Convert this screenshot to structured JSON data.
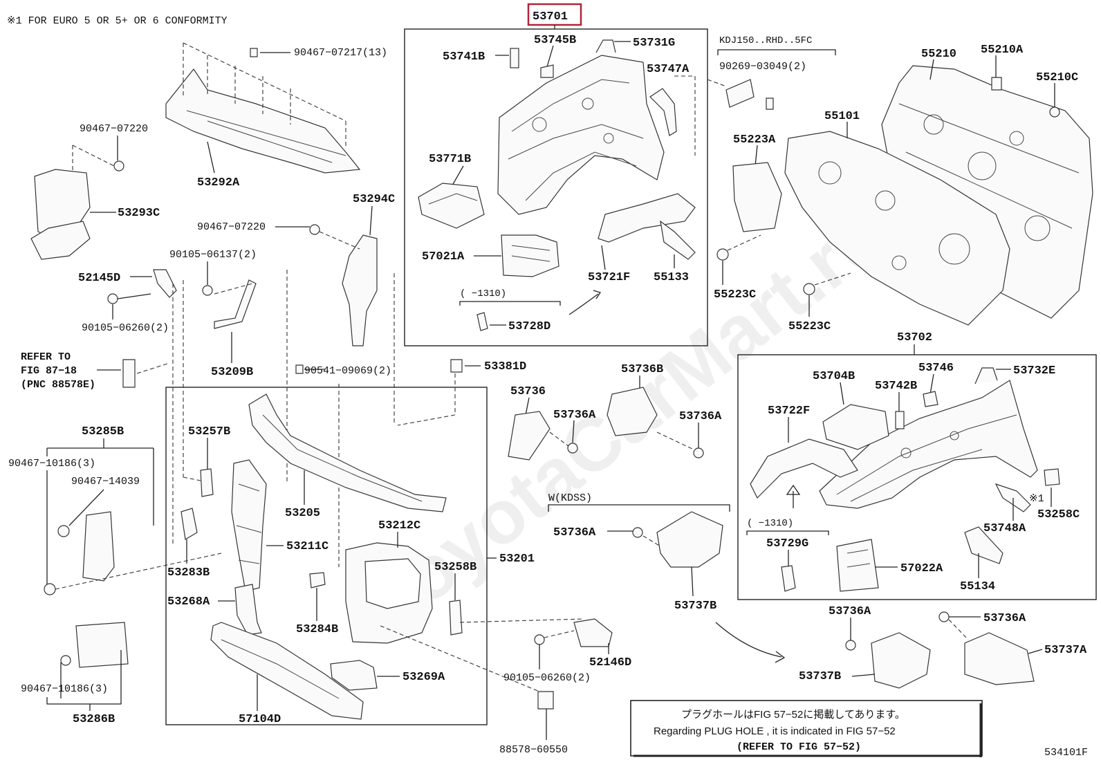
{
  "header": {
    "conformity_note": "※1 FOR EURO 5 OR 5+ OR 6 CONFORMITY",
    "figure_code": "534101F",
    "watermark": "ToyotaCarMart.ru"
  },
  "highlighted_part": "53701",
  "labels": {
    "p53701": "53701",
    "p53745B": "53745B",
    "p53731G": "53731G",
    "p53741B": "53741B",
    "p53747A": "53747A",
    "p53771B": "53771B",
    "p57021A": "57021A",
    "p53721F": "53721F",
    "p55133": "55133",
    "p53728D": "53728D",
    "range_top": "( −1310)",
    "kdj": "KDJ150..RHD..5FC",
    "p90269": "90269−03049(2)",
    "p55210": "55210",
    "p55210A": "55210A",
    "p55210C": "55210C",
    "p55101": "55101",
    "p55223A": "55223A",
    "p55223C_1": "55223C",
    "p55223C_2": "55223C",
    "p90467_07217": "90467−07217(13)",
    "p90467_07220a": "90467−07220",
    "p53292A": "53292A",
    "p53293C": "53293C",
    "p53294C": "53294C",
    "p90467_07220b": "90467−07220",
    "p90105_06137": "90105−06137(2)",
    "p52145D": "52145D",
    "p90105_06260a": "90105−06260(2)",
    "refer_1": "REFER TO",
    "refer_2": "FIG 87−18",
    "refer_3": "(PNC 88578E)",
    "p53209B": "53209B",
    "p90541": "90541−09069(2)",
    "p53381D": "53381D",
    "p53736B": "53736B",
    "p53736": "53736",
    "p53736A_1": "53736A",
    "p53736A_2": "53736A",
    "p53702": "53702",
    "p53746": "53746",
    "p53732E": "53732E",
    "p53704B": "53704B",
    "p53742B": "53742B",
    "p53722F": "53722F",
    "p53258C": "53258C",
    "mark1": "※1",
    "p53748A": "53748A",
    "range_bot": "( −1310)",
    "p53729G": "53729G",
    "p57022A": "57022A",
    "p55134": "55134",
    "p53285B": "53285B",
    "p90467_10186a": "90467−10186(3)",
    "p90467_14039": "90467−14039",
    "p53257B": "53257B",
    "p53205": "53205",
    "p53212C": "53212C",
    "p53211C": "53211C",
    "p53201": "53201",
    "p53258B": "53258B",
    "p53283B": "53283B",
    "p53268A": "53268A",
    "p53284B": "53284B",
    "p53269A": "53269A",
    "p57104D": "57104D",
    "p52146D": "52146D",
    "p90105_06260b": "90105−06260(2)",
    "p88578": "88578−60550",
    "p90467_10186b": "90467−10186(3)",
    "p53286B": "53286B",
    "wkdss": "W(KDSS)",
    "p53736A_3": "53736A",
    "p53737B_1": "53737B",
    "p53736A_4": "53736A",
    "p53736A_5": "53736A",
    "p53737B_2": "53737B",
    "p53737A": "53737A"
  },
  "notice": {
    "line_jp": "プラグホールはFIG 57−52に掲載してあります。",
    "line_en": "Regarding PLUG HOLE , it is indicated in FIG 57−52",
    "line_ref": "(REFER TO FIG 57−52)"
  }
}
